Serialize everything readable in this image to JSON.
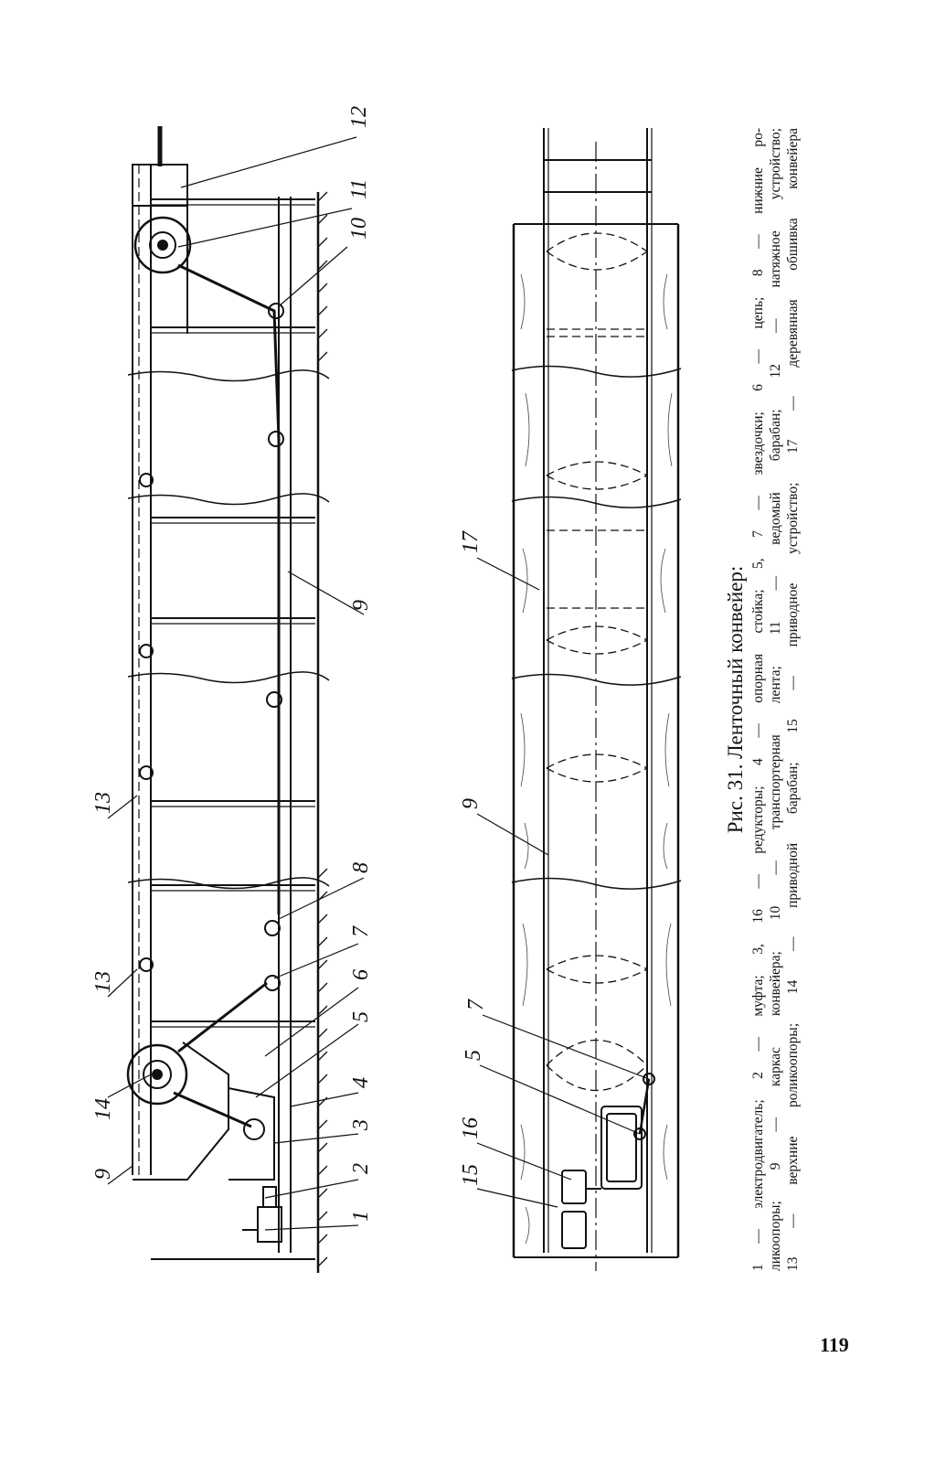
{
  "figure": {
    "title": "Рис. 31. Ленточный конвейер:",
    "legend": [
      {
        "num": "1",
        "text": "— электродвигатель;"
      },
      {
        "num": "2",
        "text": "— муфта;"
      },
      {
        "num": "3, 16",
        "text": "— редукторы;"
      },
      {
        "num": "4",
        "text": "— опорная стойка;"
      },
      {
        "num": "5, 7",
        "text": "— звездочки;"
      },
      {
        "num": "6",
        "text": "— цепь;"
      },
      {
        "num": "8",
        "text": "— нижние роликоопоры;"
      },
      {
        "num": "9",
        "text": "— каркас конвейера;"
      },
      {
        "num": "10",
        "text": "— транспортерная лента;"
      },
      {
        "num": "11",
        "text": "— ведомый барабан;"
      },
      {
        "num": "12",
        "text": "— натяжное устройство;"
      },
      {
        "num": "13",
        "text": "— верхние роликоопоры;"
      },
      {
        "num": "14",
        "text": "— приводной барабан;"
      },
      {
        "num": "15",
        "text": "— приводное устройство;"
      },
      {
        "num": "17",
        "text": "— деревянная обшивка конвейера"
      }
    ]
  },
  "caption_lines": [
    "1 — электродвигатель; 2 — муфта; 3, 16 — редукторы; 4 — опорная стойка; 5, 7 — звездочки; 6 — цепь; 8 — нижние ро-",
    "ликоопоры; 9 — каркас конвейера; 10 — транспортерная лента; 11 — ведомый барабан; 12 — натяжное устройство;",
    "13 — верхние роликоопоры; 14 — приводной барабан; 15 — приводное устройство; 17 — деревянная обшивка конвейера"
  ],
  "side_view_labels": [
    "1",
    "2",
    "3",
    "4",
    "5",
    "6",
    "7",
    "8",
    "9",
    "9",
    "10",
    "11",
    "12",
    "13",
    "13",
    "14"
  ],
  "plan_view_labels": [
    "7",
    "5",
    "16",
    "15",
    "9",
    "17"
  ],
  "page_number": "119"
}
